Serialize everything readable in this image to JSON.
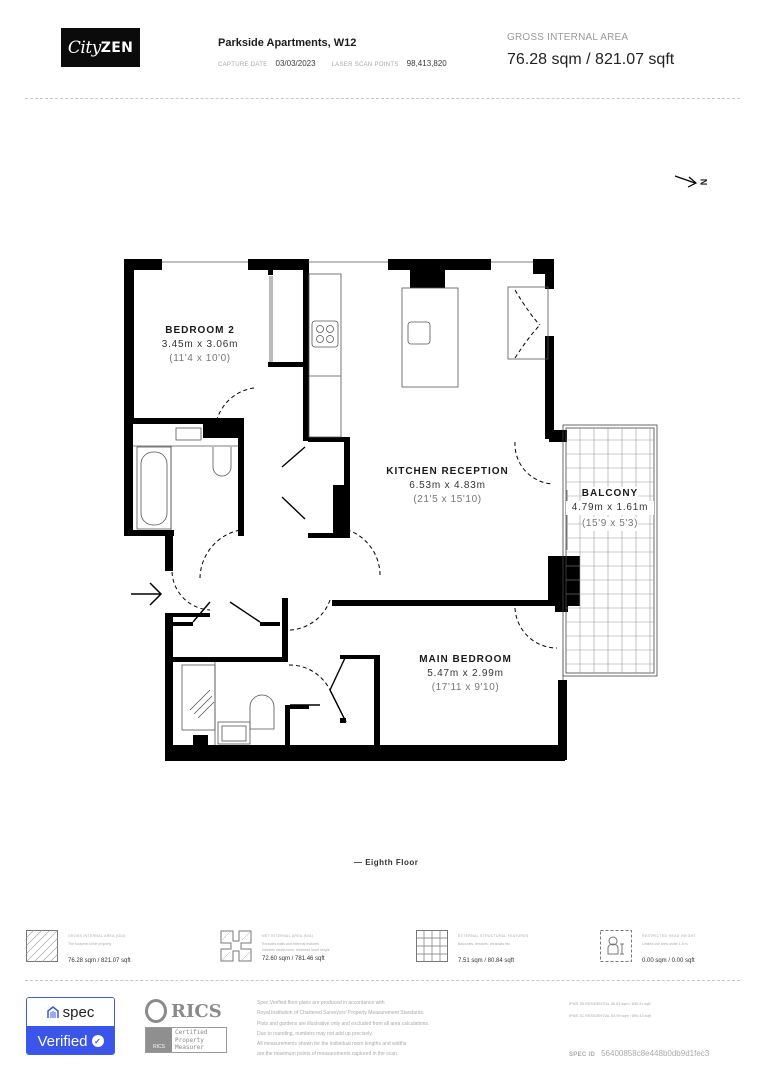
{
  "header": {
    "logo": {
      "part1": "City",
      "part2": "ZEN"
    },
    "property_title": "Parkside Apartments, W12",
    "capture_date_label": "CAPTURE DATE",
    "capture_date": "03/03/2023",
    "laser_points_label": "LASER SCAN POINTS",
    "laser_points": "98,413,820",
    "gia_label": "GROSS INTERNAL AREA",
    "gia_value": "76.28 sqm / 821.07 sqft"
  },
  "floorplan": {
    "north_label": "N",
    "floor_label": "— Eighth Floor",
    "rooms": [
      {
        "name": "BEDROOM 2",
        "metric": "3.45m x 3.06m",
        "imperial": "(11'4 x 10'0)"
      },
      {
        "name": "KITCHEN RECEPTION",
        "metric": "6.53m x 4.83m",
        "imperial": "(21'5 x 15'10)"
      },
      {
        "name": "BALCONY",
        "metric": "4.79m x 1.61m",
        "imperial": "(15'9 x 5'3)"
      },
      {
        "name": "MAIN BEDROOM",
        "metric": "5.47m x 2.99m",
        "imperial": "(17'11 x 9'10)"
      }
    ]
  },
  "legend": [
    {
      "icon": "hatched-square-icon",
      "title": "GROSS INTERNAL AREA (GIA)",
      "desc": "The footprint of the property",
      "desc2": "",
      "value": "76.28 sqm / 821.07 sqft"
    },
    {
      "icon": "net-area-icon",
      "title": "NET INTERNAL AREA (NIA)",
      "desc": "Excludes walls and external features",
      "desc2": "Includes washrooms, restricted head height",
      "value": "72.60 sqm / 781.46 sqft"
    },
    {
      "icon": "grid-icon",
      "title": "EXTERNAL STRUCTURAL FEATURES",
      "desc": "Balconies, terraces, verandas etc.",
      "desc2": "",
      "value": "7.51 sqm / 80.84 sqft"
    },
    {
      "icon": "person-height-icon",
      "title": "RESTRICTED HEAD HEIGHT",
      "desc": "Limited use area under 1.5 m",
      "desc2": "",
      "value": "0.00 sqm / 0.00 sqft"
    }
  ],
  "footer": {
    "spec_badge": {
      "top": "spec",
      "bottom": "Verified"
    },
    "rics": {
      "word": "RICS",
      "small": "RICS",
      "cert": [
        "Certified",
        "Property",
        "Measurer"
      ]
    },
    "disclaimer": [
      "Spec Verified floor plans are produced in accordance with",
      "Royal Institution of Chartered Surveyors' Property Measurement Standards.",
      "Plots and gardens are illustrative only and excluded from all area calculations.",
      "Due to rounding, numbers may not add up precisely.",
      "All measurements shown for the individual room lengths and widths",
      "are the maximum points of measurements captured in the scan."
    ],
    "ipms": [
      "IPMS 3B RESIDENTIAL    80.63 sqm / 835.31 sqft",
      "IPMS 3C RESIDENTIAL    83.99 sqm / 890.43 sqft"
    ],
    "spec_id_label": "SPEC ID",
    "spec_id": "56400858c8e448b0db9d1fec3"
  }
}
